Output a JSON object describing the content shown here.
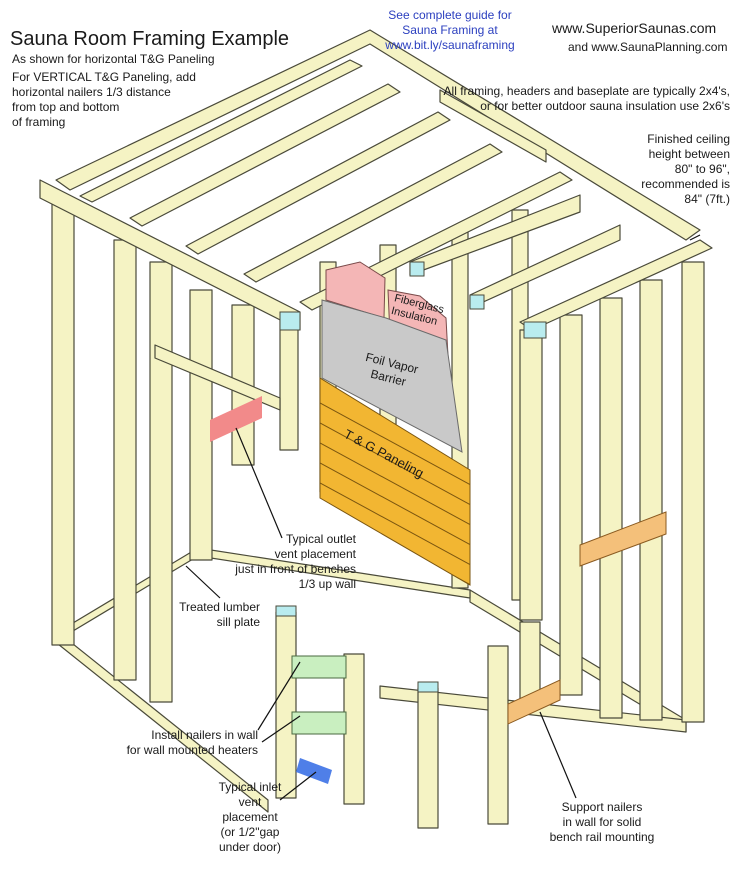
{
  "header": {
    "title": "Sauna Room Framing Example",
    "subtitle": "As shown for horizontal T&G Paneling",
    "vertical_note": [
      "For VERTICAL T&G Paneling, add",
      "horizontal nailers 1/3 distance",
      "from top and bottom",
      "of framing"
    ],
    "guide_link": [
      "See complete guide for",
      "Sauna Framing at",
      "www.bit.ly/saunaframing"
    ],
    "site_main": "www.SuperiorSaunas.com",
    "site_secondary": "and  www.SaunaPlanning.com"
  },
  "notes": {
    "framing_lumber": [
      "All framing, headers and baseplate are typically 2x4's,",
      "or for better outdoor sauna insulation use 2x6's"
    ],
    "ceiling_height": [
      "Finished ceiling",
      "height between",
      "80\" to 96\",",
      "recommended is",
      "84\" (7ft.)"
    ],
    "outlet_vent": [
      "Typical outlet",
      "vent placement",
      "just in front of benches",
      "1/3 up wall"
    ],
    "sill_plate": [
      "Treated lumber",
      "sill plate"
    ],
    "heater_nailers": [
      "Install nailers in wall",
      "for wall mounted heaters"
    ],
    "inlet_vent": [
      "Typical inlet",
      "vent placement",
      "(or 1/2\"gap",
      "under door)"
    ],
    "bench_nailers": [
      "Support nailers",
      "in wall for solid",
      "bench rail mounting"
    ]
  },
  "layers": {
    "insulation": [
      "Fiberglass",
      "Insulation"
    ],
    "vapor_barrier": [
      "Foil Vapor",
      "Barrier"
    ],
    "paneling": "T & G Paneling"
  },
  "colors": {
    "lumber": "#f5f3c4",
    "lumber_end": "#b9ecef",
    "insulation": "#f4b6b6",
    "foil": "#c9c9c9",
    "paneling": "#f2b632",
    "heater_nailer": "#c9efc0",
    "bench_nailer": "#f4c07a",
    "outlet_vent": "#f28a8a",
    "inlet_vent": "#4f7fe8",
    "accent_text": "#2b3fbf"
  }
}
